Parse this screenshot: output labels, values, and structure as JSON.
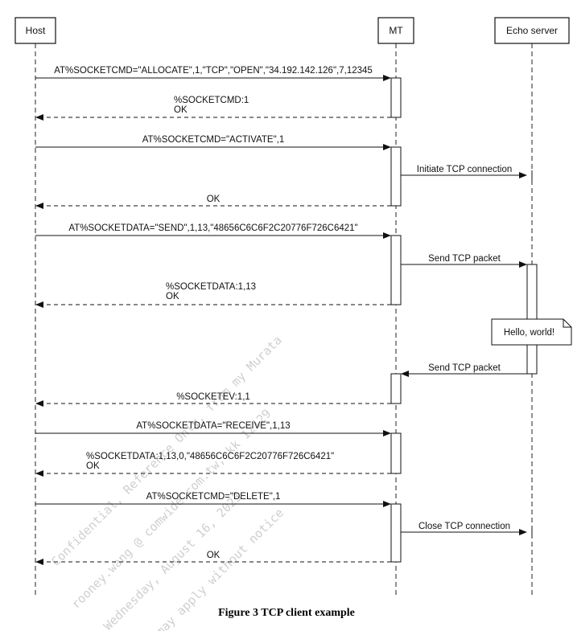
{
  "participants": [
    {
      "id": "host",
      "label": "Host"
    },
    {
      "id": "mt",
      "label": "MT"
    },
    {
      "id": "echo",
      "label": "Echo server"
    }
  ],
  "messages": [
    {
      "lines": [
        "AT%SOCKETCMD=\"ALLOCATE\",1,\"TCP\",\"OPEN\",\"34.192.142.126\",7,12345"
      ],
      "style": "solid",
      "from": "host",
      "to": "mt"
    },
    {
      "lines": [
        "%SOCKETCMD:1",
        "OK"
      ],
      "style": "dashed",
      "from": "mt",
      "to": "host"
    },
    {
      "lines": [
        "AT%SOCKETCMD=\"ACTIVATE\",1"
      ],
      "style": "solid",
      "from": "host",
      "to": "mt"
    },
    {
      "lines": [
        "Initiate TCP connection"
      ],
      "style": "solid",
      "from": "mt",
      "to": "echo"
    },
    {
      "lines": [
        "OK"
      ],
      "style": "dashed",
      "from": "mt",
      "to": "host"
    },
    {
      "lines": [
        "AT%SOCKETDATA=\"SEND\",1,13,\"48656C6C6F2C20776F726C6421\""
      ],
      "style": "solid",
      "from": "host",
      "to": "mt"
    },
    {
      "lines": [
        "Send TCP packet"
      ],
      "style": "solid",
      "from": "mt",
      "to": "echo"
    },
    {
      "lines": [
        "%SOCKETDATA:1,13",
        "OK"
      ],
      "style": "dashed",
      "from": "mt",
      "to": "host"
    },
    {
      "lines": [
        "Send TCP packet"
      ],
      "style": "solid",
      "from": "echo",
      "to": "mt"
    },
    {
      "lines": [
        "%SOCKETEV:1,1"
      ],
      "style": "dashed",
      "from": "mt",
      "to": "host"
    },
    {
      "lines": [
        "AT%SOCKETDATA=\"RECEIVE\",1,13"
      ],
      "style": "solid",
      "from": "host",
      "to": "mt"
    },
    {
      "lines": [
        "%SOCKETDATA:1,13,0,\"48656C6C6F2C20776F726C6421\"",
        "OK"
      ],
      "style": "dashed",
      "from": "mt",
      "to": "host"
    },
    {
      "lines": [
        "AT%SOCKETCMD=\"DELETE\",1"
      ],
      "style": "solid",
      "from": "host",
      "to": "mt"
    },
    {
      "lines": [
        "Close TCP connection"
      ],
      "style": "solid",
      "from": "mt",
      "to": "echo"
    },
    {
      "lines": [
        "OK"
      ],
      "style": "dashed",
      "from": "mt",
      "to": "host"
    }
  ],
  "note": {
    "text": "Hello, world!"
  },
  "watermark": [
    "Confidential, Reference Only, from my Murata",
    "rooney.wang @ comwide.com.tw, kk 12129",
    "Wednesday, August 16, 2023",
    "may apply without notice"
  ],
  "caption": "Figure 3 TCP client example"
}
